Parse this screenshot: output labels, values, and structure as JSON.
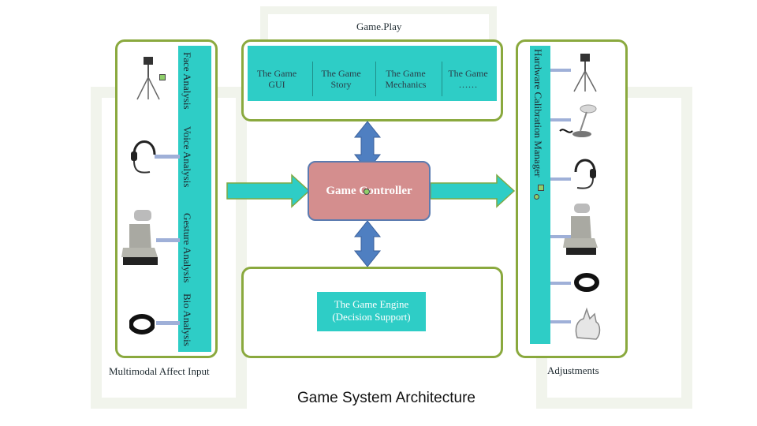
{
  "header": {
    "title": "Game.Play"
  },
  "left_panel": {
    "caption": "Multimodal  Affect Input",
    "sections": [
      {
        "label": "Face Analysis"
      },
      {
        "label": "Voice Analysis"
      },
      {
        "label": "Gesture Analysis"
      },
      {
        "label": "Bio Analysis"
      }
    ]
  },
  "top_panel": {
    "boxes": [
      {
        "line1": "The Game",
        "line2": "GUI"
      },
      {
        "line1": "The Game",
        "line2": "Story"
      },
      {
        "line1": "The Game",
        "line2": "Mechanics"
      },
      {
        "line1": "The Game",
        "line2": "……"
      }
    ]
  },
  "controller": {
    "label": "Game Controller"
  },
  "engine": {
    "line1": "The Game Engine",
    "line2": "(Decision Support)"
  },
  "right_panel": {
    "label": "Hardware Calibration Manager",
    "caption": "Adjustments"
  },
  "footer": {
    "title": "Game System Architecture"
  },
  "colors": {
    "panel_border": "#8aa93e",
    "teal": "#2ecdc6",
    "controller": "#d48e8e",
    "arrow_blue": "#4f7fc1",
    "arrow_teal": "#2ecdc6"
  },
  "icons": [
    "tripod-camera-icon",
    "headset-icon",
    "car-seat-icon",
    "wristband-icon",
    "desk-lamp-icon",
    "hand-glove-icon"
  ]
}
